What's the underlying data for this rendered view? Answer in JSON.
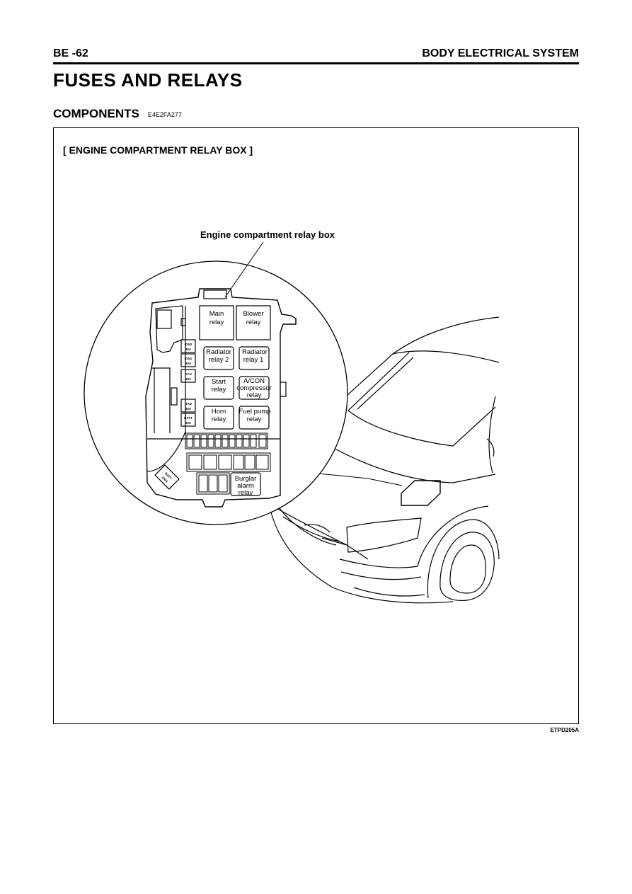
{
  "header": {
    "page_number": "BE -62",
    "section_name": "BODY ELECTRICAL SYSTEM"
  },
  "title": "FUSES AND RELAYS",
  "section": {
    "heading": "COMPONENTS",
    "code": "E4E2FA277"
  },
  "figure": {
    "title": "[ ENGINE COMPARTMENT RELAY BOX ]",
    "callout": "Engine compartment relay box",
    "code": "ETPD205A",
    "relays": [
      {
        "line1": "Main",
        "line2": "relay"
      },
      {
        "line1": "Blower",
        "line2": "relay"
      },
      {
        "line1": "Radiator",
        "line2": "relay 2"
      },
      {
        "line1": "Radiator",
        "line2": "relay 1"
      },
      {
        "line1": "Start",
        "line2": "relay"
      },
      {
        "line1": "A/CON",
        "line2": "compressor",
        "line3": "relay"
      },
      {
        "line1": "Horn",
        "line2": "relay"
      },
      {
        "line1": "Fuel pump",
        "line2": "relay"
      }
    ],
    "burglar_relay": {
      "line1": "Burglar",
      "line2": "alarm",
      "line3": "relay"
    },
    "left_fuses": [
      {
        "name": "IGN2",
        "rating": "30A"
      },
      {
        "name": "IGN1",
        "rating": "30A"
      },
      {
        "name": "ECU",
        "rating": "30A"
      },
      {
        "name": "RAD",
        "rating": "30A"
      },
      {
        "name": "BATT",
        "rating": "50A"
      }
    ],
    "batt_fuse": {
      "name": "BATT",
      "rating": "100A"
    }
  }
}
